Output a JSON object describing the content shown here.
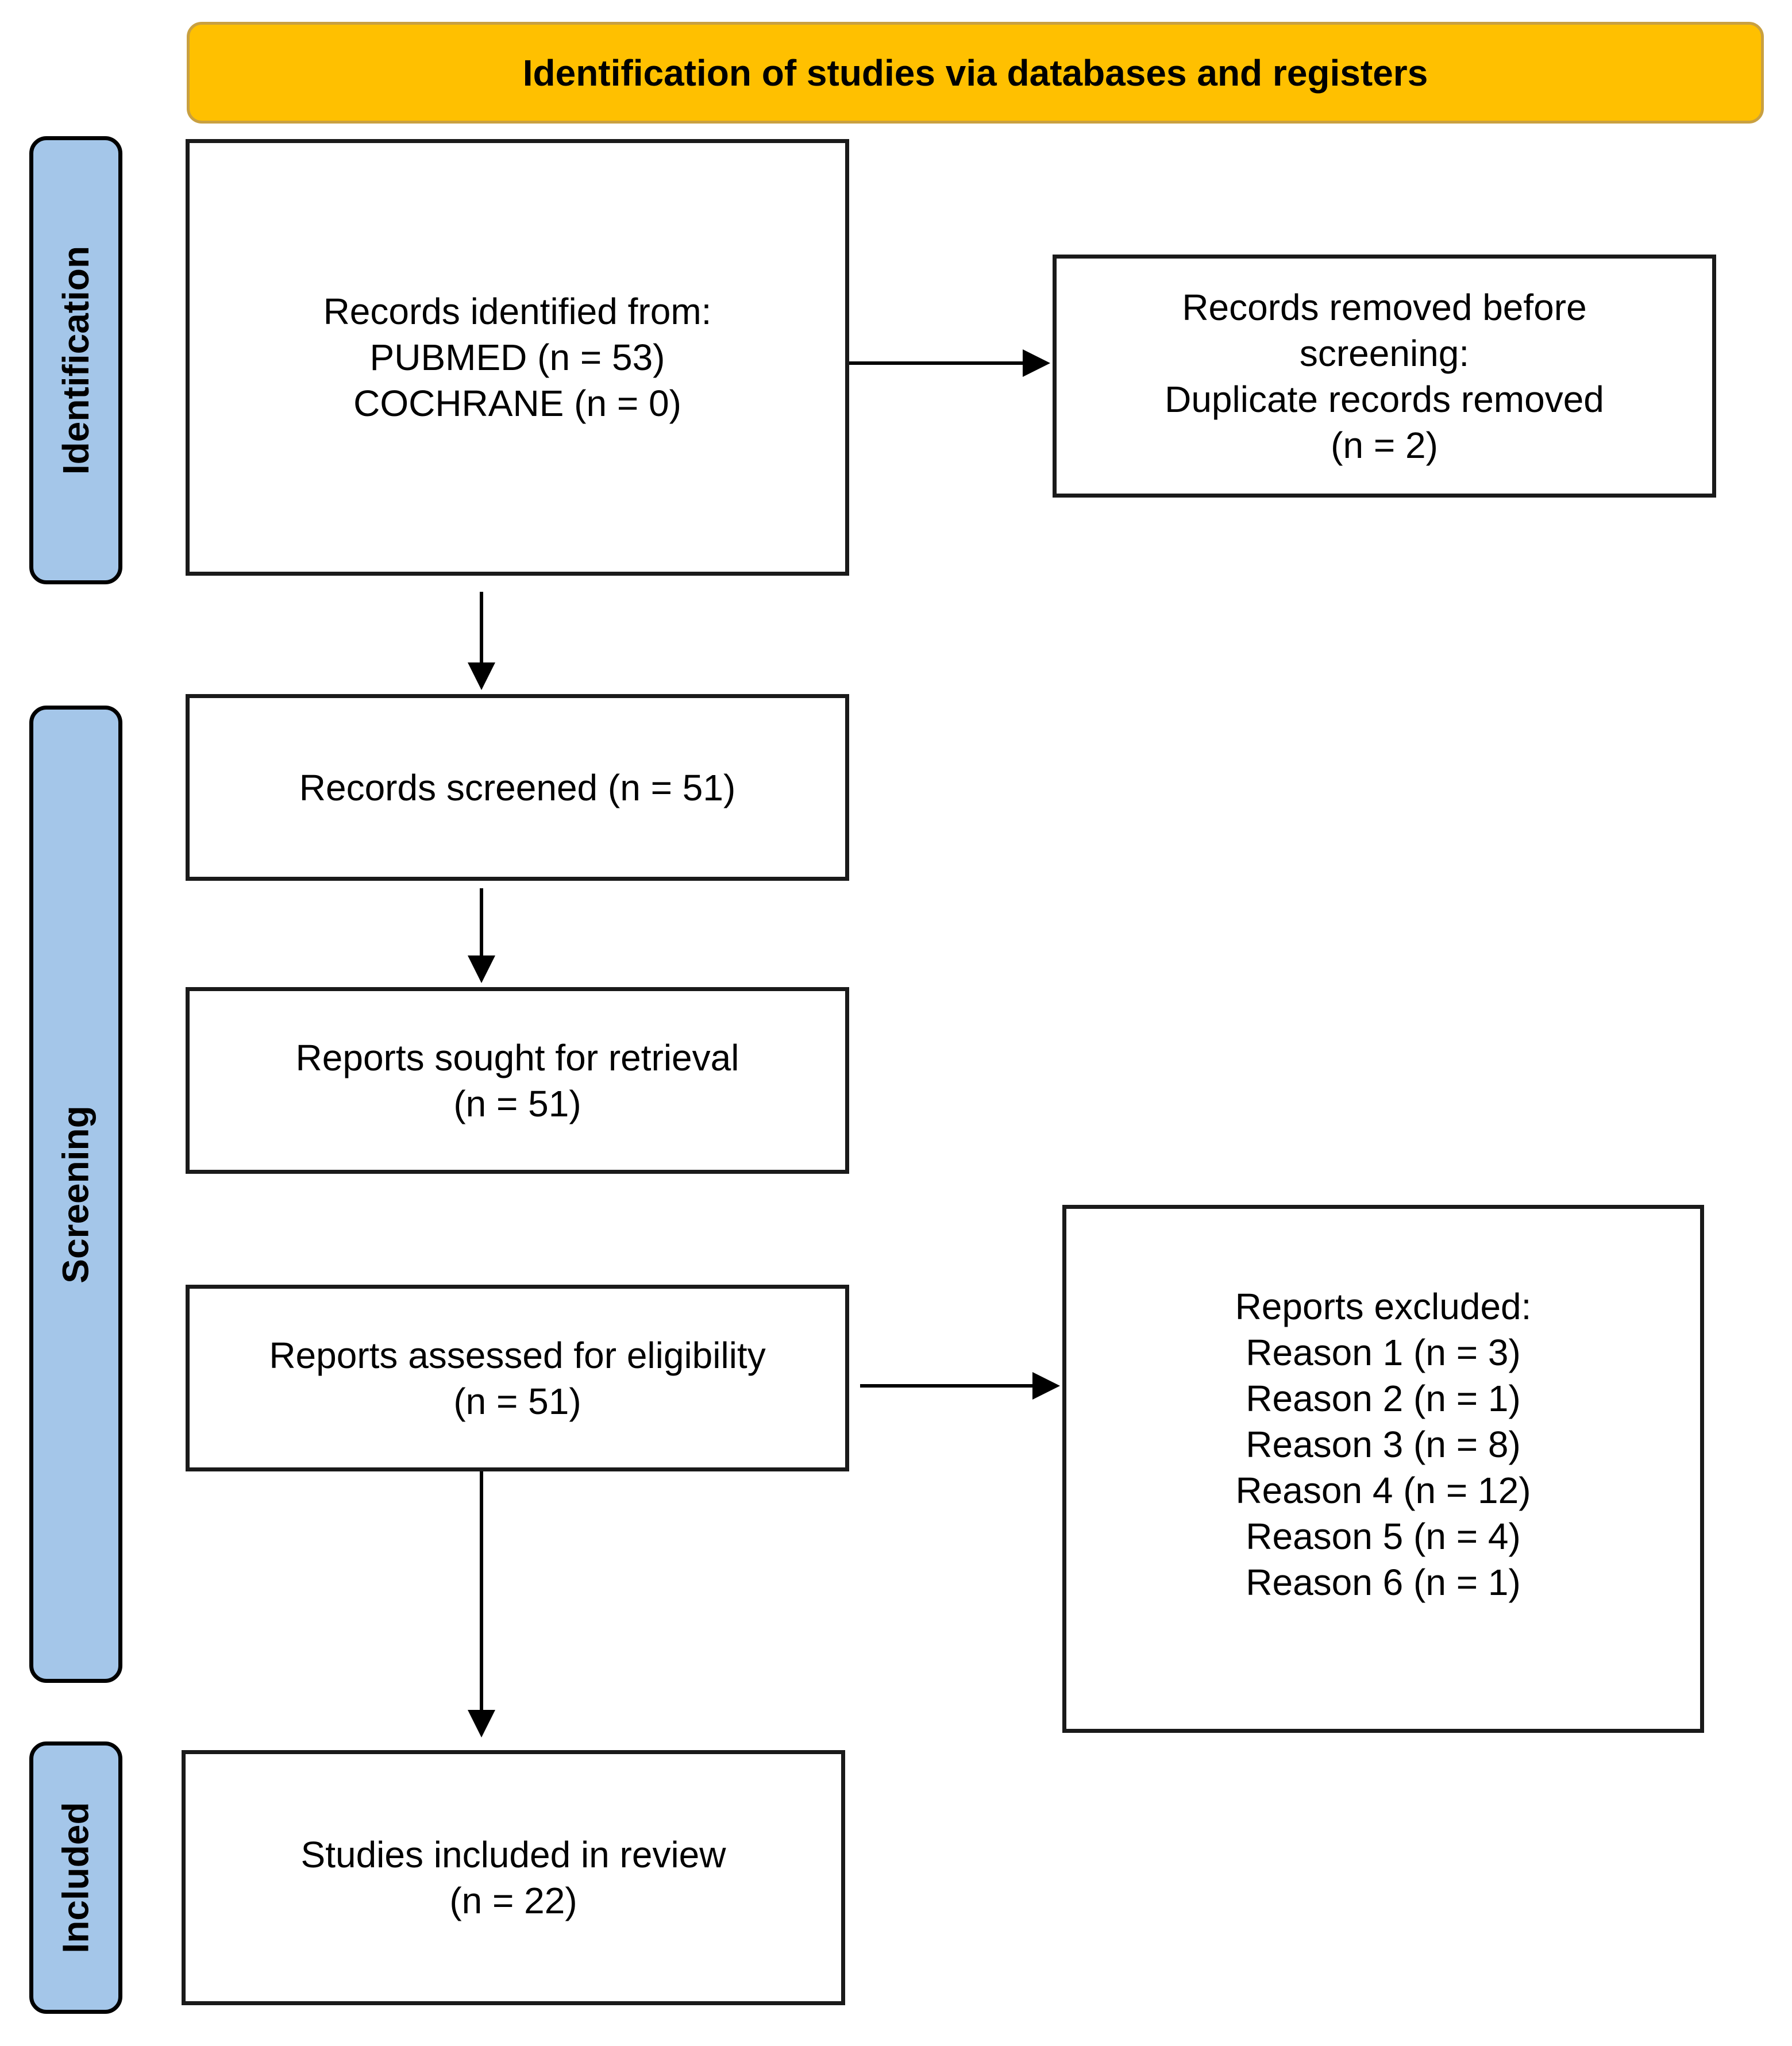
{
  "header": {
    "title": "Identification of studies via databases and registers"
  },
  "phases": {
    "identification": "Identification",
    "screening": "Screening",
    "included": "Included"
  },
  "boxes": {
    "records_identified": [
      "Records identified from:",
      "PUBMED (n = 53)",
      "COCHRANE (n = 0)"
    ],
    "records_removed": [
      "Records removed before",
      "screening:",
      "Duplicate records removed",
      "(n = 2)"
    ],
    "records_screened": [
      "Records screened (n = 51)"
    ],
    "reports_sought": [
      "Reports sought for retrieval",
      "(n = 51)"
    ],
    "reports_assessed": [
      "Reports assessed for eligibility",
      "(n = 51)"
    ],
    "reports_excluded": [
      "Reports excluded:",
      "Reason 1 (n = 3)",
      "Reason 2 (n = 1)",
      "Reason 3 (n = 8)",
      "Reason 4 (n = 12)",
      "Reason 5 (n = 4)",
      "Reason 6 (n = 1)"
    ],
    "studies_included": [
      "Studies included in review",
      "(n = 22)"
    ]
  },
  "colors": {
    "header_fill": "#FFC000",
    "phase_fill": "#A4C6E9",
    "border": "#000000"
  }
}
